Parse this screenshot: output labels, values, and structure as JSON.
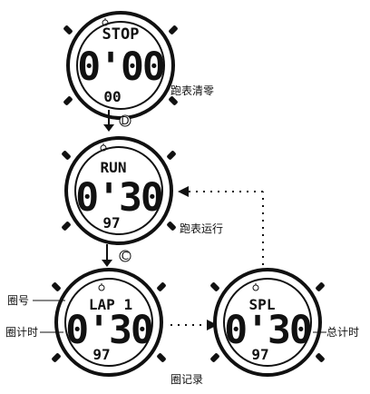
{
  "watches": {
    "stop": {
      "top": "STOP",
      "main": "0'00",
      "sub": "00"
    },
    "run": {
      "top": "RUN",
      "main": "0'30",
      "sub": "97"
    },
    "lap": {
      "top": "LAP 1",
      "main": "0'30",
      "sub": "97"
    },
    "split": {
      "top": "SPL",
      "main": "0'30",
      "sub": "97"
    }
  },
  "buttons": {
    "d": "D",
    "c": "C"
  },
  "captions": {
    "reset": "跑表清零",
    "running": "跑表运行",
    "lap_record": "圈记录",
    "lap_number": "圈号",
    "lap_time": "圈计时",
    "total_time": "总计时"
  },
  "icons": [
    "stopwatch-icon",
    "arrow-down-icon",
    "arrow-left-icon",
    "arrow-right-icon",
    "button-d-icon",
    "button-c-icon"
  ]
}
